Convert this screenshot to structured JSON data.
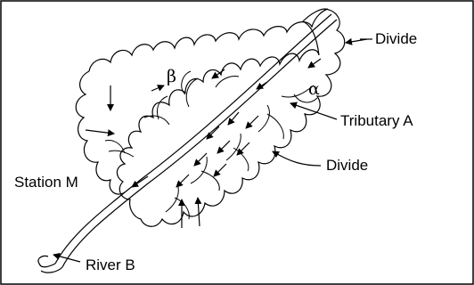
{
  "labels": {
    "divide_top": "Divide",
    "tributary_a": "Tributary A",
    "divide_middle": "Divide",
    "station_m": "Station M",
    "river_b": "River B",
    "beta": "β",
    "alpha": "α"
  }
}
